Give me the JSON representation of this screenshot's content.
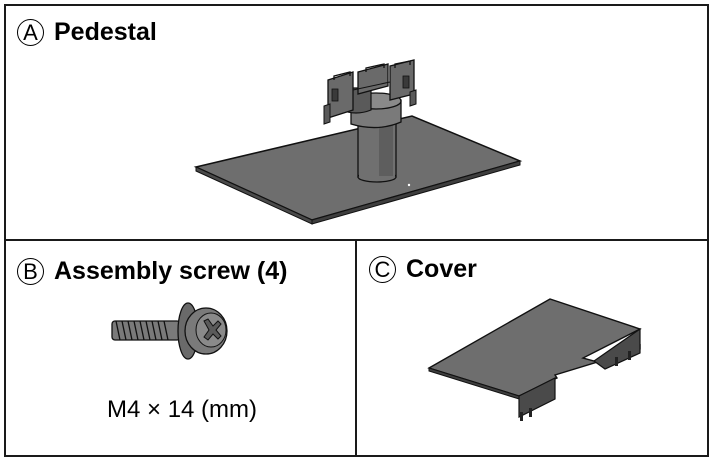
{
  "parts": {
    "a": {
      "marker": "A",
      "title": "Pedestal"
    },
    "b": {
      "marker": "B",
      "title": "Assembly screw (4)",
      "spec": "M4 × 14 (mm)"
    },
    "c": {
      "marker": "C",
      "title": "Cover"
    }
  }
}
